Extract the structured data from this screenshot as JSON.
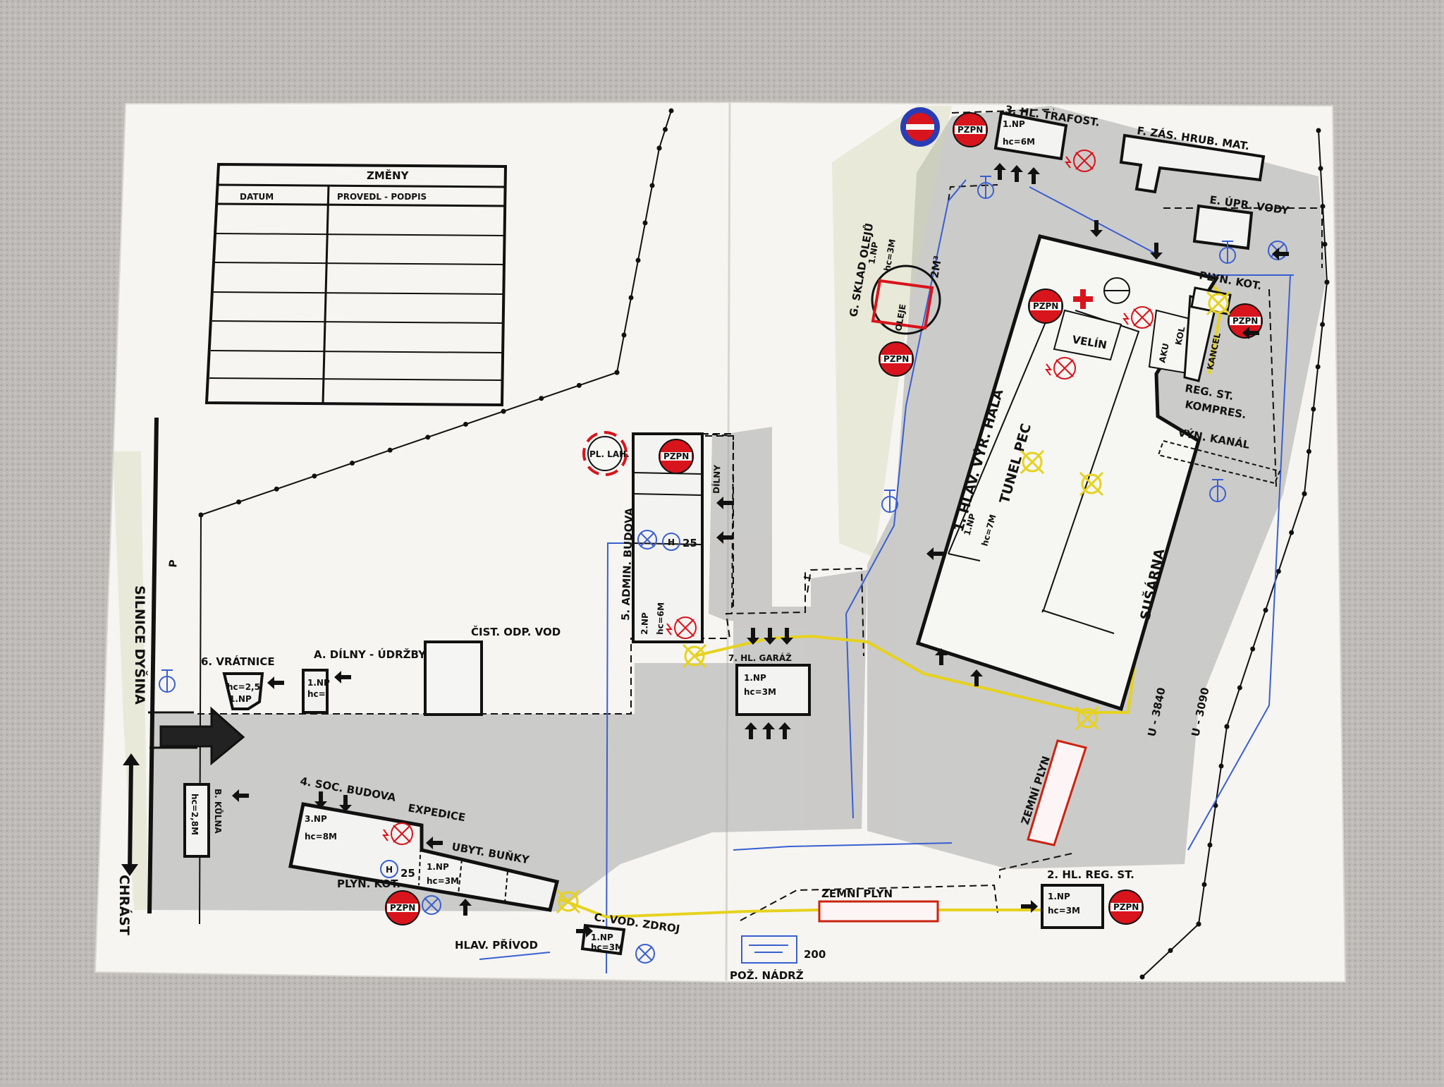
{
  "changes_table": {
    "title": "ZMĚNY",
    "col_date": "DATUM",
    "col_author": "PROVEDL - PODPIS"
  },
  "road": {
    "name": "SILNICE DYŠINA",
    "direction": "CHRÁST"
  },
  "buildings": {
    "vratnice": {
      "title": "6. VRÁTNICE",
      "info1": "hc=2,5",
      "info2": "1.NP"
    },
    "dilny_udrzby": {
      "title": "A. DÍLNY - ÚDRŽBY",
      "info1": "1.NP",
      "info2": "hc="
    },
    "cist_odp_vod": {
      "title": "ČIST. ODP. VOD"
    },
    "admin": {
      "title": "5. ADMIN. BUDOVA",
      "floors": "2.NP",
      "height": "hc=6M",
      "dilny": "DÍLNY",
      "h_label": "25"
    },
    "garaz": {
      "title": "7. HL. GARÁŽ",
      "floors": "1.NP",
      "height": "hc=3M"
    },
    "soc_budova": {
      "title": "4. SOC. BUDOVA",
      "expedice": "EXPEDICE",
      "floors": "3.NP",
      "height": "hc=8M",
      "h_label": "25"
    },
    "ubyt_bunky": {
      "title": "UBYT. BUŇKY",
      "floors": "1.NP",
      "height": "hc=3M"
    },
    "kulna": {
      "title": "B. KŮLNA",
      "info": "hc=2,8M"
    },
    "vod_zdroj": {
      "title": "C. VOD. ZDROJ",
      "floors": "1.NP",
      "height": "hc=3M"
    },
    "plyn_kot_left": {
      "title": "PLYN. KOT."
    },
    "hlavni_privod": {
      "title": "HLAV. PŘÍVOD"
    },
    "poz_nadrz": {
      "title": "POŽ. NÁDRŽ",
      "volume": "200"
    },
    "zemni_plyn_bottom": {
      "title": "ZEMNÍ PLYN"
    },
    "hl_reg_st": {
      "title": "2. HL. REG. ST.",
      "floors": "1.NP",
      "height": "hc=3M"
    },
    "trafost": {
      "title": "3. HL. TRAFOST.",
      "floors": "1.NP",
      "height": "hc=6M"
    },
    "zas_hrub_mat": {
      "title": "F. ZÁS. HRUB. MAT."
    },
    "upr_vody": {
      "title": "E. ÚPR. VODY"
    },
    "sklad_oleju": {
      "title": "G. SKLAD OLEJŮ",
      "floors": "1.NP",
      "height": "hc=3M",
      "volume": "2M³",
      "olej": "OLEJE"
    },
    "vyr_hala": {
      "title": "1. HLAV. VÝR. HALA",
      "floors": "1.NP",
      "height": "hc=7M",
      "tunel": "TUNEL PEC",
      "susarna": "SUŠÁRNA",
      "velin": "VELÍN"
    },
    "plyn_kot_right": {
      "title": "PLYN. KOT."
    },
    "reg_st": {
      "title": "REG. ST."
    },
    "kompres": {
      "title": "KOMPRES."
    },
    "vyn_kanal": {
      "title": "VÝN. KANÁL"
    },
    "zemni_plyn_right": {
      "title": "ZEMNÍ PLYN"
    },
    "dim1": {
      "title": "U - 3840"
    },
    "dim2": {
      "title": "U - 3090"
    },
    "road_p": {
      "title": "P"
    },
    "akum": {
      "title": "AKU"
    },
    "kol": {
      "title": "KOL"
    },
    "kancel": {
      "title": "KANCEL"
    }
  },
  "markers": {
    "pzpn": "PZPN",
    "pl_lah": "PL. LAH.",
    "h": "H"
  },
  "colors": {
    "paper": "#f5f4f0",
    "ink": "#111111",
    "gas_line": "#e6d21e",
    "water_line": "#3a5fd0",
    "alarm_red": "#d8141c",
    "shading": "#9e9e9e"
  },
  "icons": [
    "pzpn-marker-icon",
    "fire-extinguisher-icon",
    "hydrant-icon",
    "gas-valve-icon",
    "entry-arrow-icon",
    "electric-hazard-icon",
    "first-aid-icon",
    "no-entry-icon"
  ]
}
